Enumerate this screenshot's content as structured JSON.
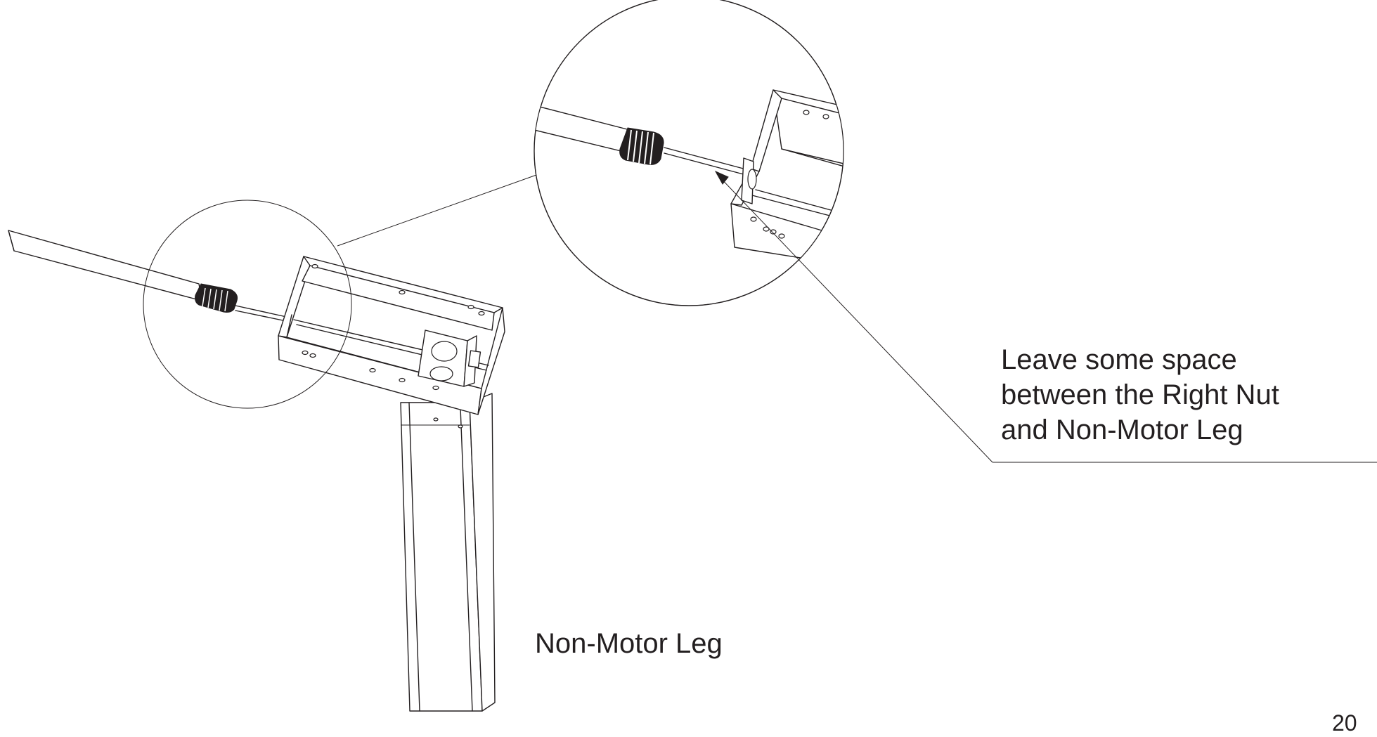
{
  "callout": {
    "line1": "Leave some space",
    "line2": "between the Right Nut",
    "line3": "and Non-Motor Leg"
  },
  "labels": {
    "leg": "Non-Motor Leg"
  },
  "page": {
    "number": "20"
  },
  "colors": {
    "ink": "#231f20",
    "background": "#ffffff"
  }
}
